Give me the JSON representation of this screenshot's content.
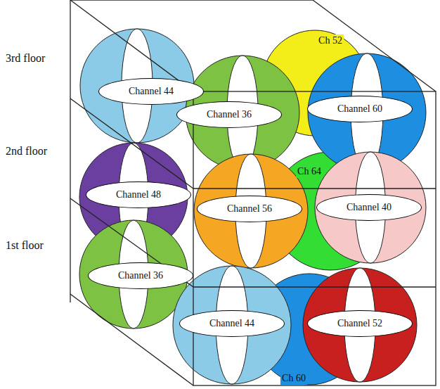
{
  "diagram": {
    "nodes": [
      {
        "text": [
          "Channel 44"
        ]
      },
      {
        "text": [
          "Ch 52"
        ]
      },
      {
        "text": [
          "Channel 36"
        ]
      },
      {
        "text": [
          "Channel 60"
        ]
      },
      {
        "text": [
          "Channel 48"
        ]
      },
      {
        "text": [
          "Ch 64"
        ]
      },
      {
        "text": [
          "Channel 56"
        ]
      },
      {
        "text": [
          "Channel 40"
        ]
      },
      {
        "text": [
          "Channel 36"
        ]
      },
      {
        "text": [
          "Ch 60"
        ]
      },
      {
        "text": [
          "Channel 44"
        ]
      },
      {
        "text": [
          "Channel 52"
        ]
      }
    ],
    "labels": [
      "3rd floor",
      "2nd floor",
      "1st floor"
    ]
  }
}
